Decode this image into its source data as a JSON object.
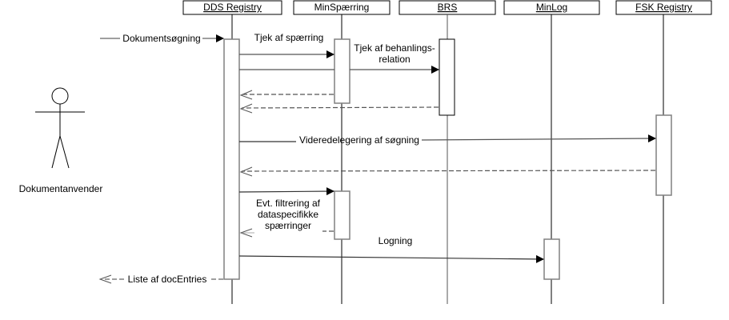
{
  "diagram": {
    "type": "sequence",
    "actor": {
      "label": "Dokumentanvender"
    },
    "participants": [
      {
        "id": "dds",
        "label": "DDS Registry",
        "underlined": true
      },
      {
        "id": "minsp",
        "label": "MinSpærring",
        "underlined": false
      },
      {
        "id": "brs",
        "label": "BRS",
        "underlined": true
      },
      {
        "id": "minlog",
        "label": "MinLog",
        "underlined": true
      },
      {
        "id": "fsk",
        "label": "FSK Registry",
        "underlined": true
      }
    ],
    "messages": [
      {
        "from": "actor",
        "to": "dds",
        "kind": "call",
        "label": [
          "Dokumentsøgning"
        ]
      },
      {
        "from": "dds",
        "to": "minsp",
        "kind": "call",
        "label": [
          "Tjek af spærring"
        ]
      },
      {
        "from": "dds",
        "to": "brs",
        "kind": "call",
        "label": [
          "Tjek af behanlings-",
          "relation"
        ]
      },
      {
        "from": "minsp",
        "to": "dds",
        "kind": "return",
        "label": []
      },
      {
        "from": "brs",
        "to": "dds",
        "kind": "return",
        "label": []
      },
      {
        "from": "dds",
        "to": "fsk",
        "kind": "call",
        "label": [
          "Videredelegering af søgning"
        ]
      },
      {
        "from": "fsk",
        "to": "dds",
        "kind": "return",
        "label": []
      },
      {
        "from": "dds",
        "to": "minsp",
        "kind": "call",
        "label": []
      },
      {
        "from": "minsp",
        "to": "dds",
        "kind": "return",
        "label": [
          "Evt. filtrering af",
          "dataspecifikke",
          "spærringer"
        ]
      },
      {
        "from": "dds",
        "to": "minlog",
        "kind": "call",
        "label": [
          "Logning"
        ]
      },
      {
        "from": "dds",
        "to": "actor",
        "kind": "return",
        "label": [
          "Liste af docEntries"
        ]
      }
    ]
  },
  "colors": {
    "line": "#000000",
    "activation_border": "#808080",
    "return_line": "#666666",
    "background": "#ffffff"
  }
}
